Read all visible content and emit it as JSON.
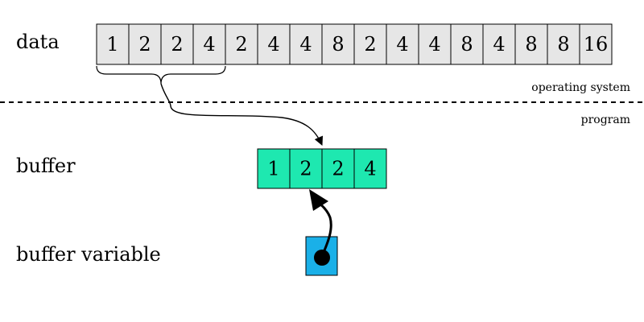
{
  "labels": {
    "data": "data",
    "buffer": "buffer",
    "buffer_variable": "buffer variable",
    "operating_system": "operating system",
    "program": "program"
  },
  "data_values": [
    "1",
    "2",
    "2",
    "4",
    "2",
    "4",
    "4",
    "8",
    "2",
    "4",
    "4",
    "8",
    "4",
    "8",
    "8",
    "16"
  ],
  "buffer_values": [
    "1",
    "2",
    "2",
    "4"
  ],
  "colors": {
    "data_cell_fill": "#e6e6e6",
    "buffer_cell_fill": "#1ee8b0",
    "variable_fill": "#1ab0e8",
    "stroke": "#000000"
  }
}
